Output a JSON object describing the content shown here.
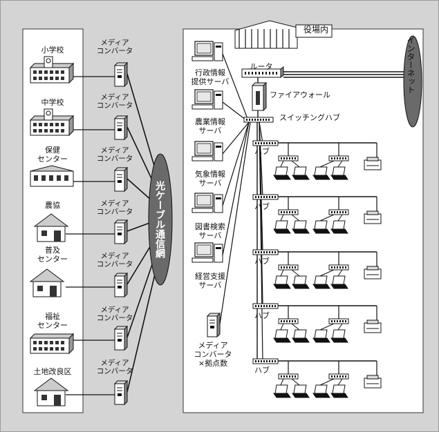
{
  "sites": [
    {
      "label": "小学校"
    },
    {
      "label": "中学校"
    },
    {
      "label": "保健\nセンター"
    },
    {
      "label": "農協"
    },
    {
      "label": "普及\nセンター"
    },
    {
      "label": "福祉\nセンター"
    },
    {
      "label": "土地改良区"
    }
  ],
  "media_converter_label": "メディア\nコンバータ",
  "backbone_label": "光ケーブル通信網",
  "office_label": "役場内",
  "internet_label": "インターネット",
  "router_label": "ルータ",
  "firewall_label": "ファイアウォール",
  "switching_hub_label": "スイッチングハブ",
  "hub_label": "ハブ",
  "servers": [
    {
      "label": "行政情報\n提供サーバ"
    },
    {
      "label": "農業情報\nサーバ"
    },
    {
      "label": "気象情報\nサーバ"
    },
    {
      "label": "図書検索\nサーバ"
    },
    {
      "label": "経営支援\nサーバ"
    }
  ],
  "office_media_converter_label": "メディア\nコンバータ\n×拠点数",
  "colors": {
    "background": "#d4d4d4",
    "panel": "#ffffff",
    "line": "#111111",
    "cloud": "#6a6a6a"
  }
}
